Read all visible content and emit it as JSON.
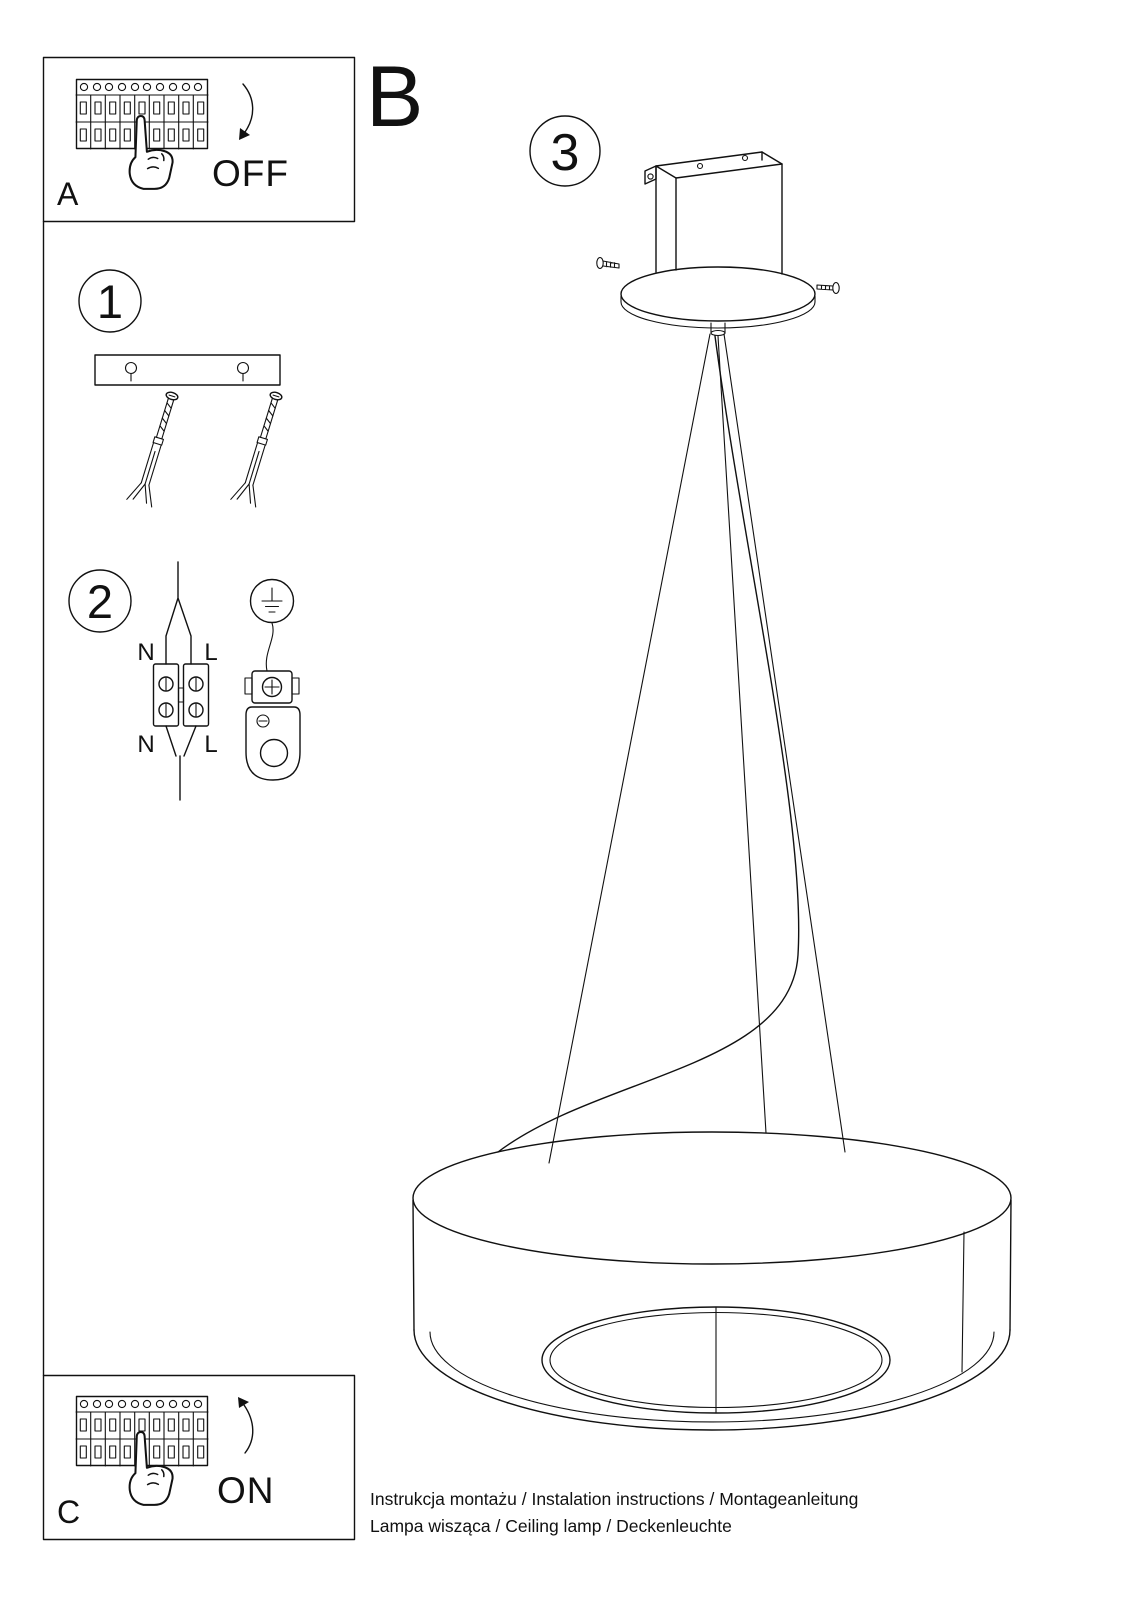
{
  "labels": {
    "step_a": "A",
    "step_b": "B",
    "step_c": "C",
    "step_1": "1",
    "step_2": "2",
    "step_3": "3",
    "power_off": "OFF",
    "power_on": "ON"
  },
  "wiring_labels": {
    "neutral_top": "N",
    "live_top": "L",
    "neutral_bottom": "N",
    "live_bottom": "L"
  },
  "footer": {
    "line1": "Instrukcja montażu / Instalation instructions / Montageanleitung",
    "line2": "Lampa wisząca / Ceiling lamp / Deckenleuchte"
  },
  "colors": {
    "line": "#111111",
    "background": "#ffffff"
  }
}
